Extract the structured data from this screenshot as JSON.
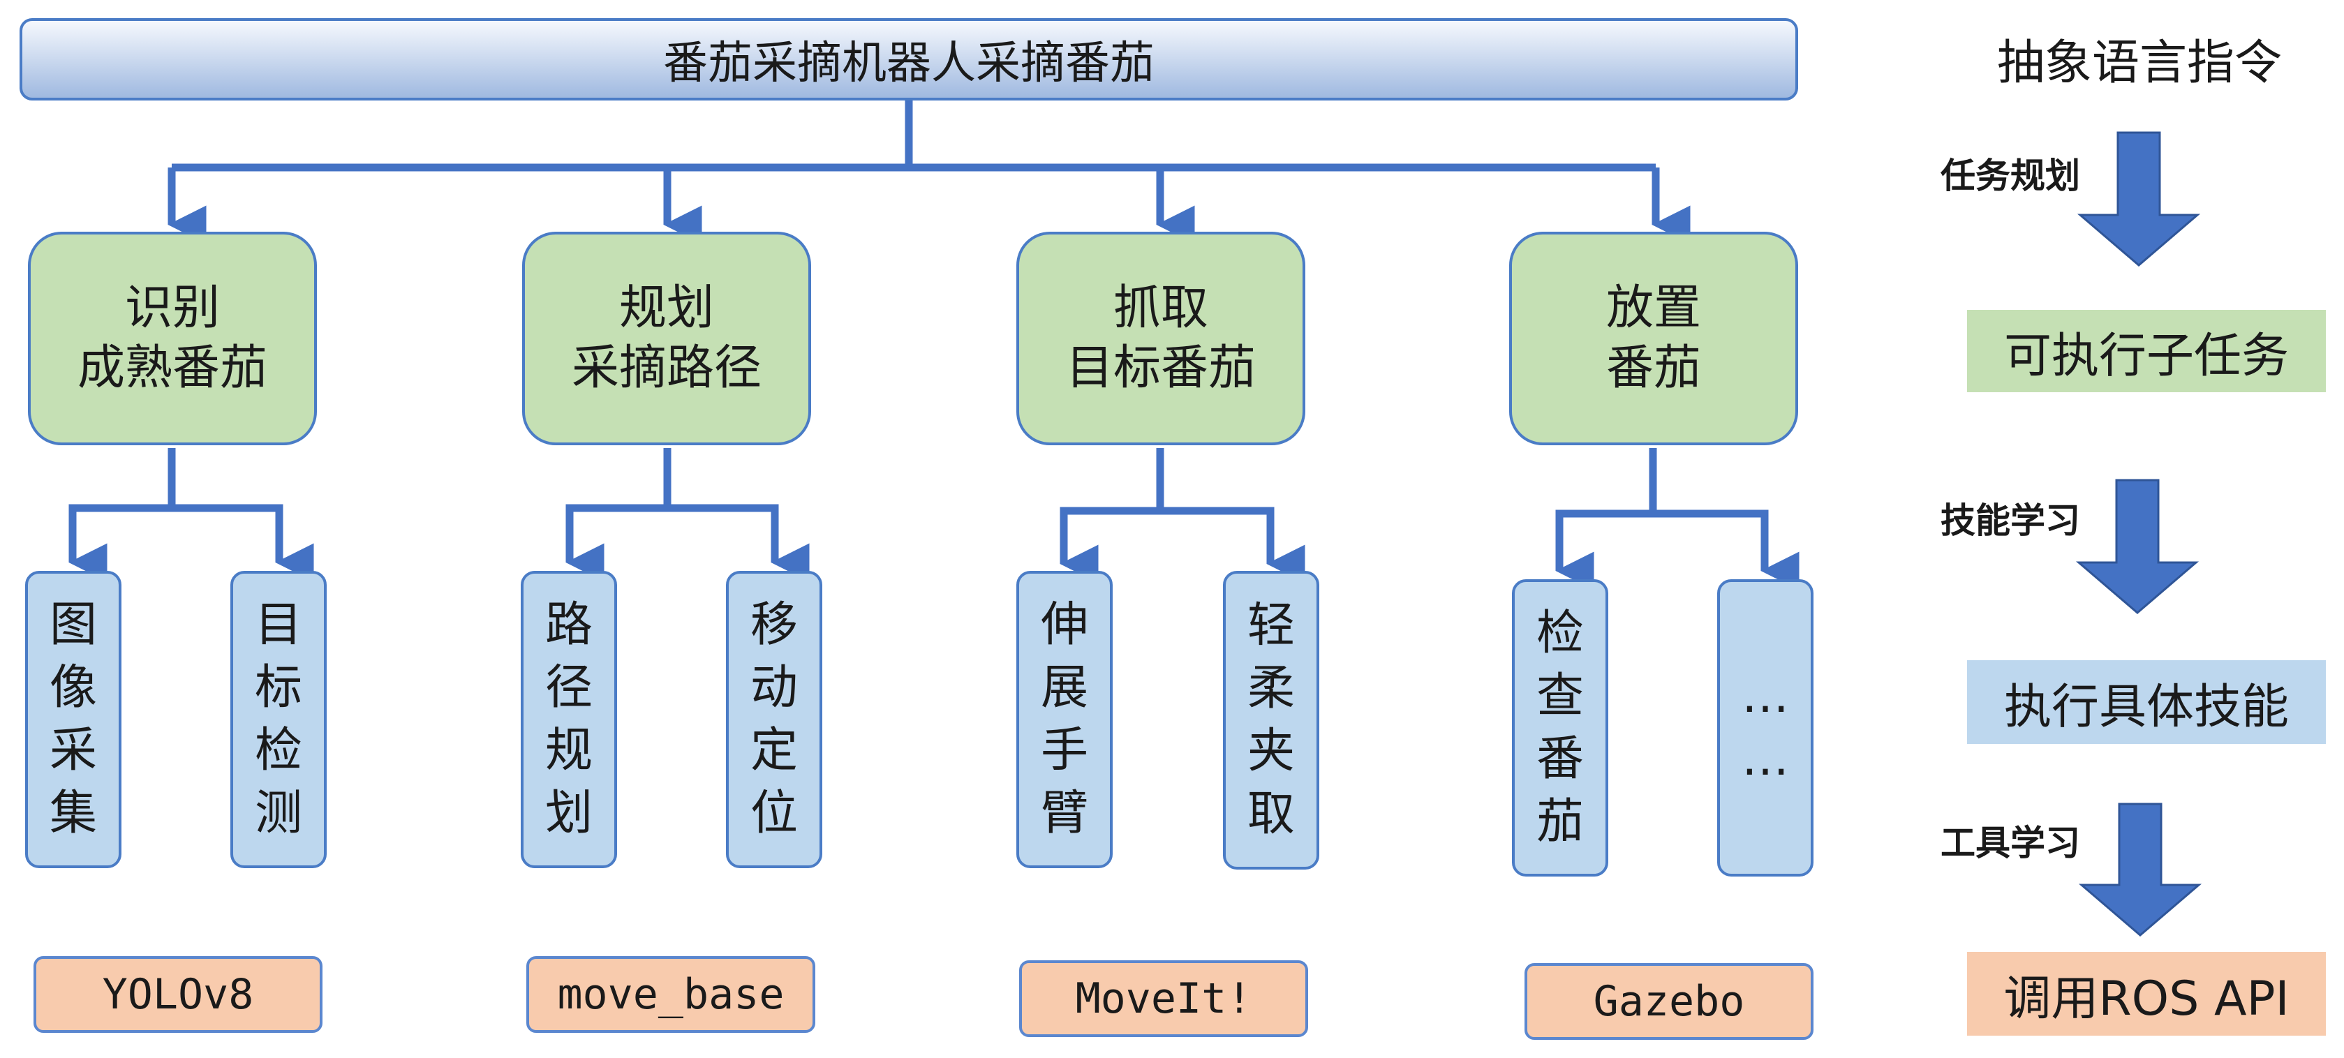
{
  "title": "番茄采摘机器人采摘番茄",
  "tasks": [
    {
      "line1": "识别",
      "line2": "成熟番茄"
    },
    {
      "line1": "规划",
      "line2": "采摘路径"
    },
    {
      "line1": "抓取",
      "line2": "目标番茄"
    },
    {
      "line1": "放置",
      "line2": "番茄"
    }
  ],
  "skills": [
    {
      "c1": "图",
      "c2": "像",
      "c3": "采",
      "c4": "集"
    },
    {
      "c1": "目",
      "c2": "标",
      "c3": "检",
      "c4": "测"
    },
    {
      "c1": "路",
      "c2": "径",
      "c3": "规",
      "c4": "划"
    },
    {
      "c1": "移",
      "c2": "动",
      "c3": "定",
      "c4": "位"
    },
    {
      "c1": "伸",
      "c2": "展",
      "c3": "手",
      "c4": "臂"
    },
    {
      "c1": "轻",
      "c2": "柔",
      "c3": "夹",
      "c4": "取"
    },
    {
      "c1": "检",
      "c2": "查",
      "c3": "番",
      "c4": "茄"
    },
    {
      "c1": "…",
      "c2": "…"
    }
  ],
  "tools": [
    "YOLOv8",
    "move_base",
    "MoveIt!",
    "Gazebo"
  ],
  "legend": {
    "header": "抽象语言指令",
    "step1": "任务规划",
    "box1": "可执行子任务",
    "step2": "技能学习",
    "box2": "执行具体技能",
    "step3": "工具学习",
    "box3": "调用ROS API"
  },
  "colors": {
    "line": "#4472c4",
    "task_fill": "#c5e0b4",
    "skill_fill": "#bdd7ee",
    "tool_fill": "#f8cbad"
  }
}
